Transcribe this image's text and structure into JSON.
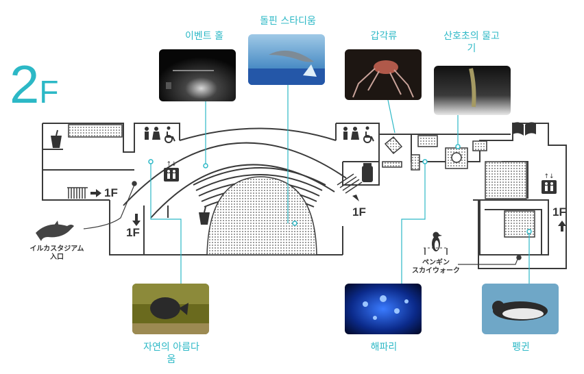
{
  "floor": {
    "number": "2",
    "unit": "F"
  },
  "spots": {
    "event_hall": "이벤트 홀",
    "dolphin_stadium": "돌핀 스타디움",
    "crustaceans": "갑각류",
    "coral_fish": "산호초의 물고\n기",
    "nature_beauty": "자연의 아름다\n움",
    "jellyfish": "해파리",
    "penguin": "펭귄"
  },
  "markers": {
    "dolphin_entrance": "イルカスタジアム\n入口",
    "penguin_skywalk": "ペンギン\nスカイウォーク",
    "stairs_1f_left": "1F",
    "stairs_1f_down": "1F",
    "stairs_1f_center": "1F",
    "stairs_1f_right": "1F"
  },
  "icons": [
    "toilet-icon",
    "wheelchair-icon",
    "elevator-icon",
    "drink-cup-icon",
    "book-icon",
    "dolphin-icon",
    "penguin-icon"
  ],
  "colors": {
    "accent": "#2cb8c6",
    "line": "#3a3a3a",
    "text": "#333333"
  }
}
